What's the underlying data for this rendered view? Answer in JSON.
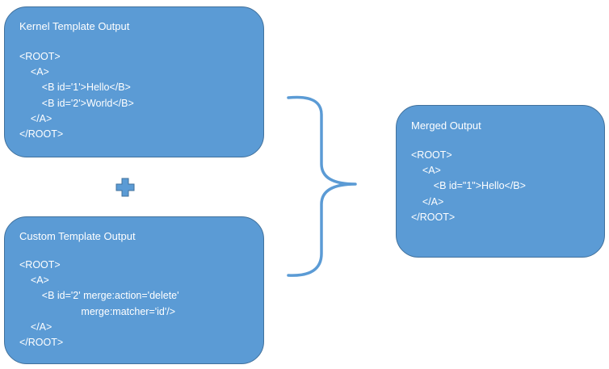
{
  "kernel": {
    "title": "Kernel Template Output",
    "lines": [
      "<ROOT>",
      "    <A>",
      "        <B id='1'>Hello</B>",
      "        <B id='2'>World</B>",
      "    </A>",
      "</ROOT>"
    ]
  },
  "custom": {
    "title": "Custom Template Output",
    "lines": [
      "<ROOT>",
      "    <A>",
      "        <B id='2' merge:action='delete'",
      "                      merge:matcher='id'/>",
      "    </A>",
      "</ROOT>"
    ]
  },
  "merged": {
    "title": "Merged Output",
    "lines": [
      "<ROOT>",
      "    <A>",
      "        <B id=\"1\">Hello</B>",
      "    </A>",
      "</ROOT>"
    ]
  },
  "colors": {
    "box_fill": "#5b9bd5",
    "box_border": "#41719c",
    "text": "#ffffff",
    "connector": "#5b9bd5"
  },
  "icons": {
    "plus": "plus-icon",
    "brace": "right-brace-icon"
  }
}
